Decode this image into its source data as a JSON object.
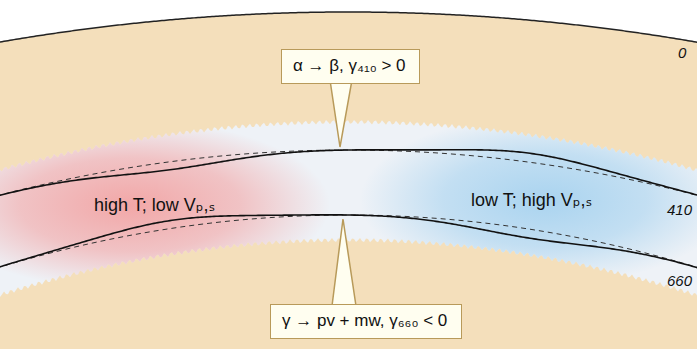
{
  "diagram": {
    "nodes": [
      {
        "text": [
          "α → β, γ₄₁₀ > 0"
        ]
      },
      {
        "text": [
          "γ → pv + mw, γ₆₆₀ < 0"
        ]
      }
    ],
    "labels": [
      "0",
      "410",
      "660",
      "high T; low Vₚ,ₛ",
      "low T; high Vₚ,ₛ"
    ]
  }
}
